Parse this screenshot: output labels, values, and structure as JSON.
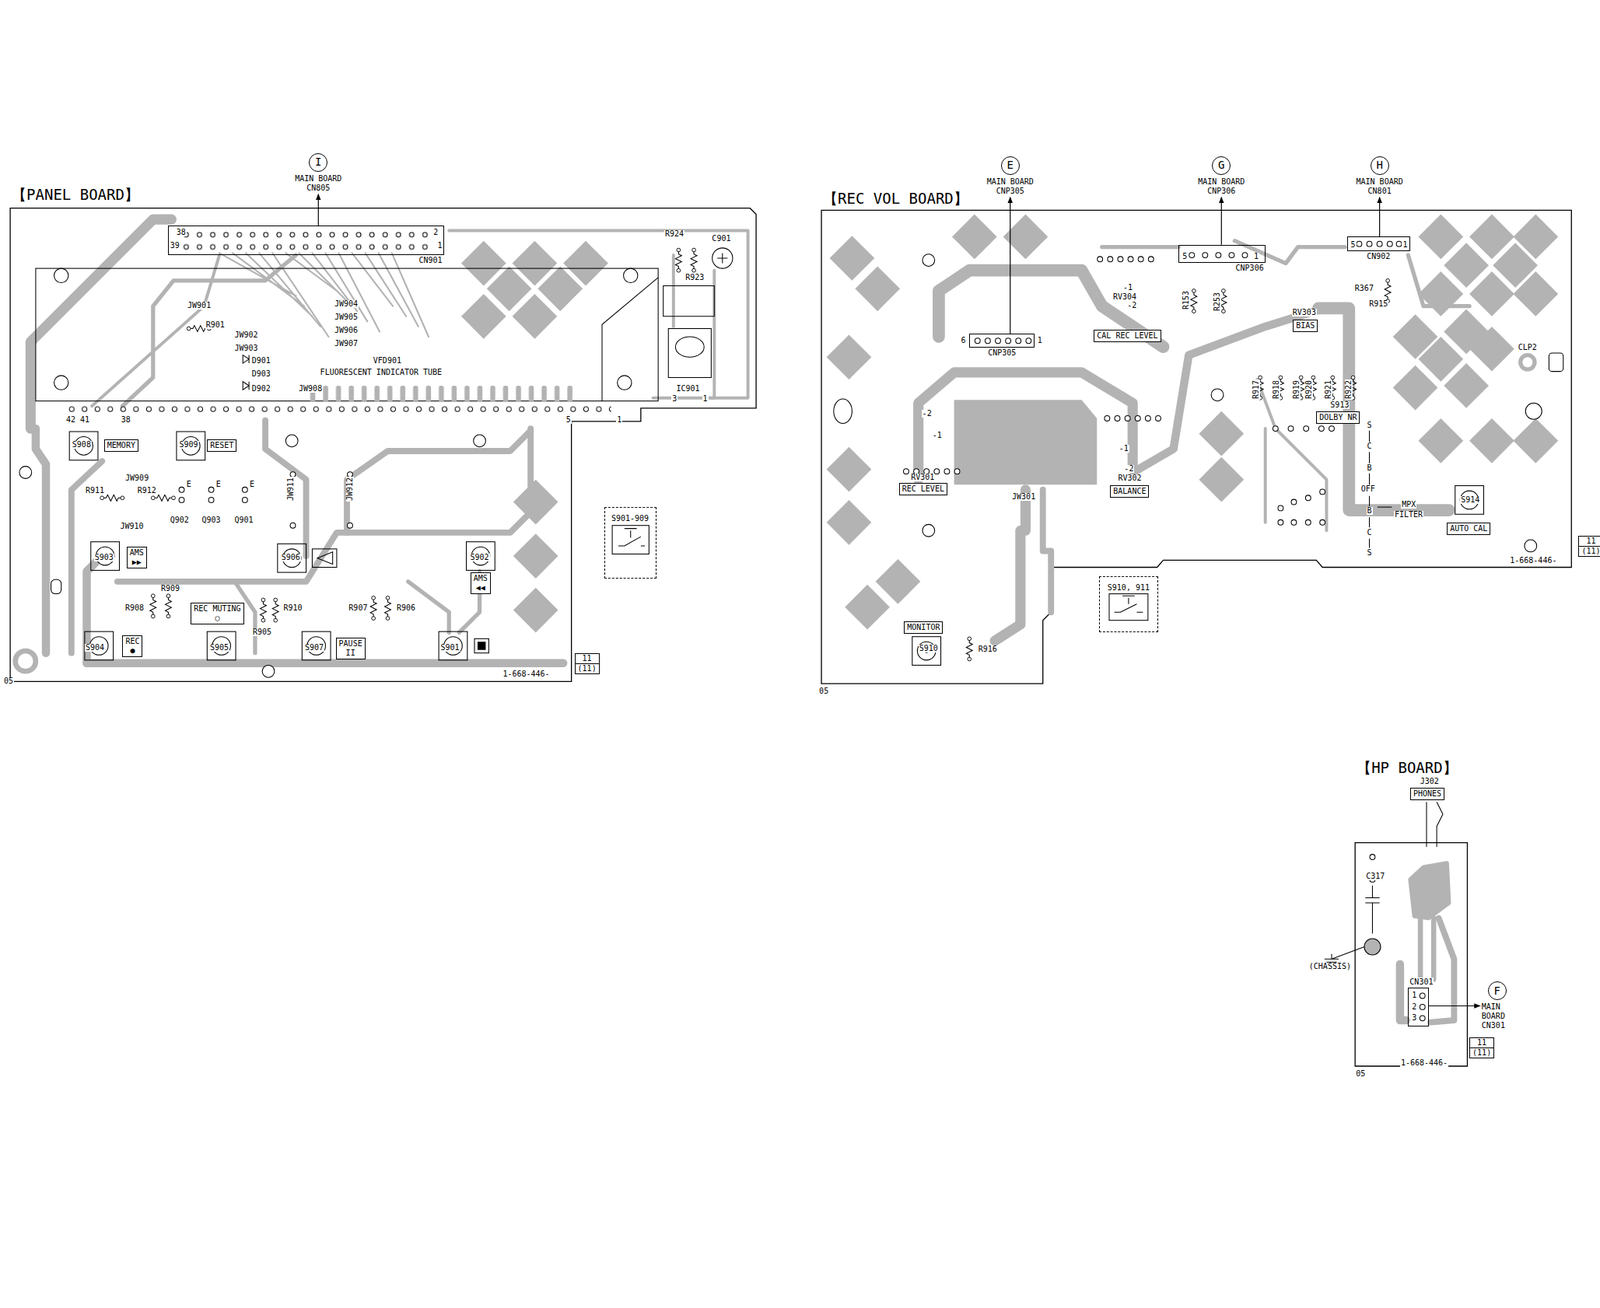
{
  "diagram": {
    "nodes": [
      {
        "text": [
          "【PANEL BOARD】"
        ]
      },
      {
        "text": [
          "I",
          "MAIN BOARD CN805"
        ]
      },
      {
        "text": [
          "CN901"
        ],
        "in": 0
      },
      {
        "text": [
          "MEMORY"
        ],
        "in": 0
      },
      {
        "text": [
          "RESET"
        ],
        "in": 0
      },
      {
        "text": [
          "AMS",
          "▶▶"
        ],
        "in": 0
      },
      {
        "text": [
          "AMS",
          "◀◀"
        ],
        "in": 0
      },
      {
        "text": [
          "REC MUTING",
          "○"
        ],
        "in": 0
      },
      {
        "text": [
          "REC",
          "●"
        ],
        "in": 0
      },
      {
        "text": [
          "PAUSE",
          "II"
        ],
        "in": 0
      },
      {
        "text": [
          "11",
          "(11)"
        ]
      },
      {
        "text": [
          "S901-909"
        ]
      },
      {
        "text": [
          "【REC VOL BOARD】"
        ]
      },
      {
        "text": [
          "E",
          "MAIN BOARD CNP305"
        ]
      },
      {
        "text": [
          "G",
          "MAIN BOARD CNP306"
        ]
      },
      {
        "text": [
          "H",
          "MAIN BOARD CN801"
        ]
      },
      {
        "text": [
          "CNP306"
        ],
        "in": 12
      },
      {
        "text": [
          "CN902"
        ],
        "in": 12
      },
      {
        "text": [
          "CAL REC LEVEL"
        ],
        "in": 12
      },
      {
        "text": [
          "BIAS"
        ],
        "in": 12
      },
      {
        "text": [
          "CNP305"
        ],
        "in": 12
      },
      {
        "text": [
          "DOLBY NR"
        ],
        "in": 12
      },
      {
        "text": [
          "REC LEVEL"
        ],
        "in": 12
      },
      {
        "text": [
          "BALANCE"
        ],
        "in": 12
      },
      {
        "text": [
          "AUTO CAL"
        ],
        "in": 12
      },
      {
        "text": [
          "MONITOR"
        ],
        "in": 12
      },
      {
        "text": [
          "11",
          "(11)"
        ]
      },
      {
        "text": [
          "S910, 911"
        ]
      },
      {
        "text": [
          "【HP BOARD】"
        ]
      },
      {
        "text": [
          "PHONES"
        ]
      },
      {
        "text": [
          "CN301"
        ],
        "in": 28
      },
      {
        "text": [
          "F",
          "MAIN BOARD CN301"
        ]
      },
      {
        "text": [
          "11",
          "(11)"
        ]
      }
    ],
    "edges": [
      {
        "from": 2,
        "to": 1,
        "arrow": "to"
      },
      {
        "from": 20,
        "to": 13,
        "arrow": "to"
      },
      {
        "from": 16,
        "to": 14,
        "arrow": "to"
      },
      {
        "from": 17,
        "to": 15,
        "arrow": "to"
      },
      {
        "from": 30,
        "to": 31,
        "arrow": "to"
      }
    ],
    "labels": [
      "38",
      "2",
      "39",
      "1",
      "R924",
      "C901",
      "R923",
      "IC901",
      "3",
      "1",
      "JW901",
      "R901",
      "JW902",
      "JW903",
      "D901",
      "D903",
      "D902",
      "JW904",
      "JW905",
      "JW906",
      "JW907",
      "VFD901",
      "FLUORESCENT INDICATOR TUBE",
      "JW908",
      "42 41",
      "38",
      "5",
      "1",
      "S908",
      "S909",
      "JW909",
      "R911",
      "R912",
      "E",
      "E",
      "E",
      "Q902",
      "Q903",
      "Q901",
      "JW911",
      "JW912",
      "JW910",
      "S903",
      "S906",
      "S902",
      "R909",
      "R908",
      "R905",
      "R910",
      "R907",
      "R906",
      "S904",
      "S905",
      "S907",
      "S901",
      "1-668-446-",
      "05",
      "-1",
      "RV304",
      "-2",
      "R153",
      "R253",
      "5",
      "1",
      "RV303",
      "5",
      "1",
      "R367",
      "R915",
      "CLP2",
      "R917",
      "R918",
      "R919",
      "R920",
      "R921",
      "R922",
      "S913",
      "S",
      "C",
      "B",
      "OFF",
      "B",
      "C",
      "S",
      "MPX",
      "FILTER",
      "S914",
      "-2",
      "-1",
      "RV301",
      "-1",
      "-2",
      "RV302",
      "JW301",
      "6",
      "1",
      "S910",
      "R916",
      "1-668-446-",
      "05",
      "J302",
      "C317",
      "(CHASSIS)",
      "1",
      "2",
      "3",
      "1-668-446-",
      "05"
    ]
  }
}
